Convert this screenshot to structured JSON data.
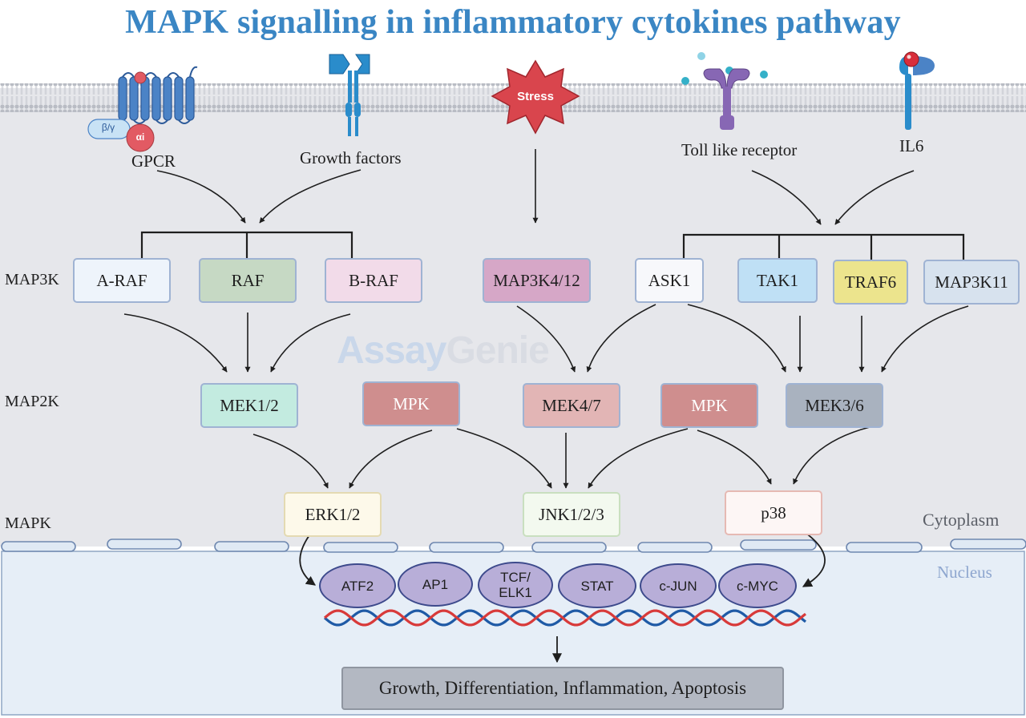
{
  "title": "MAPK signalling in inflammatory cytokines pathway",
  "watermark": {
    "part1": "Assay",
    "part2": "Genie"
  },
  "receptors": {
    "gpcr": "GPCR",
    "growth_factors": "Growth factors",
    "stress": "Stress",
    "toll": "Toll like receptor",
    "il6": "IL6",
    "beta_gamma": "β/γ",
    "alpha_i": "αi"
  },
  "levels": {
    "map3k": "MAP3K",
    "map2k": "MAP2K",
    "mapk": "MAPK"
  },
  "map3k": {
    "araf": "A-RAF",
    "raf": "RAF",
    "braf": "B-RAF",
    "map3k4": "MAP3K4/12",
    "ask1": "ASK1",
    "tak1": "TAK1",
    "traf6": "TRAF6",
    "map3k11": "MAP3K11"
  },
  "map2k": {
    "mek12": "MEK1/2",
    "mpk1": "MPK",
    "mek47": "MEK4/7",
    "mpk2": "MPK",
    "mek36": "MEK3/6"
  },
  "mapk": {
    "erk": "ERK1/2",
    "jnk": "JNK1/2/3",
    "p38": "p38"
  },
  "compartments": {
    "cytoplasm": "Cytoplasm",
    "nucleus": "Nucleus"
  },
  "transcription_factors": [
    "ATF2",
    "AP1",
    "TCF/\nELK1",
    "STAT",
    "c-JUN",
    "c-MYC"
  ],
  "outcome": "Growth, Differentiation, Inflammation, Apoptosis",
  "colors": {
    "title": "#3a86c4",
    "cytoplasm_bg": "#e6e7eb",
    "nucleus_bg": "#e6eef7",
    "araf": "#eef4fb",
    "raf": "#c6d9c4",
    "braf": "#f2dbe9",
    "map3k4": "#d6a7c7",
    "ask1": "#f7f8fb",
    "tak1": "#bfe0f5",
    "traf6": "#ece48d",
    "map3k11": "#d7e2ee",
    "mek12": "#c3ebe0",
    "mpk": "#cf8e8e",
    "mek47": "#e2b5b5",
    "mek36": "#a9b2bf",
    "erk": "#fdf9ea",
    "jnk": "#f3f9ef",
    "p38": "#fdf6f5",
    "tf": "#b8aed8",
    "stress": "#d9454d"
  }
}
